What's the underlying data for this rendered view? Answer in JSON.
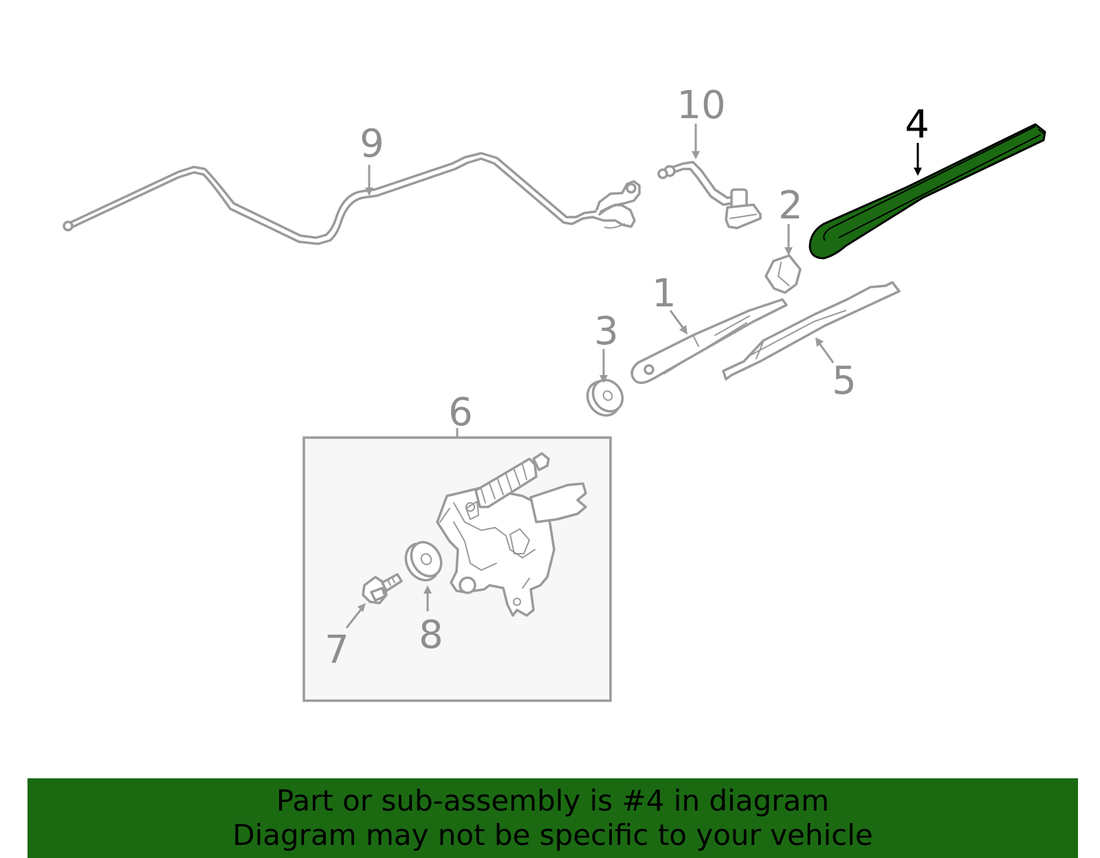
{
  "diagram": {
    "highlight_color": "#1b6a12",
    "callouts": [
      {
        "id": "1",
        "label": "1",
        "part": "wiper-arm"
      },
      {
        "id": "2",
        "label": "2",
        "part": "arm-nut"
      },
      {
        "id": "3",
        "label": "3",
        "part": "cap-washer"
      },
      {
        "id": "4",
        "label": "4",
        "part": "wiper-blade",
        "highlighted": true
      },
      {
        "id": "5",
        "label": "5",
        "part": "blade-insert"
      },
      {
        "id": "6",
        "label": "6",
        "part": "wiper-motor-assembly"
      },
      {
        "id": "7",
        "label": "7",
        "part": "mounting-bolt"
      },
      {
        "id": "8",
        "label": "8",
        "part": "grommet"
      },
      {
        "id": "9",
        "label": "9",
        "part": "washer-hose"
      },
      {
        "id": "10",
        "label": "10",
        "part": "hose-connector"
      }
    ]
  },
  "banner": {
    "line1": "Part or sub-assembly is #4 in diagram",
    "line2": "Diagram may not be specific to your vehicle",
    "background": "#1b6a12"
  }
}
